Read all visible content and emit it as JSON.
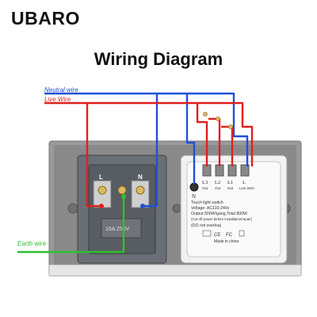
{
  "brand": "UBARO",
  "title": "Wiring Diagram",
  "wire_labels": {
    "neutral": "Neutral wire",
    "live": "Live Wire",
    "earth": "Earth wire"
  },
  "socket": {
    "terminal_left": "L",
    "terminal_right": "N",
    "rating": "16A 250V"
  },
  "switch_module": {
    "terminals": [
      {
        "name": "L3",
        "sub": "Out"
      },
      {
        "name": "L2",
        "sub": "Out"
      },
      {
        "name": "L1",
        "sub": "Out"
      },
      {
        "name": "L",
        "sub": "Live Wire"
      }
    ],
    "neutral_terminal": "N",
    "spec_lines": [
      "Touch light switch",
      "Voltage: AC110-240v",
      "Output:300W/gang,Total 800W",
      "(Cut off power before installation/repair)",
      "(DO not overloa)"
    ],
    "footer": "Made in china"
  },
  "colors": {
    "neutral": "#2050d8",
    "live": "#e02020",
    "earth": "#30c030",
    "frame": "#8c8c8c",
    "socket_body": "#5a5e66"
  }
}
